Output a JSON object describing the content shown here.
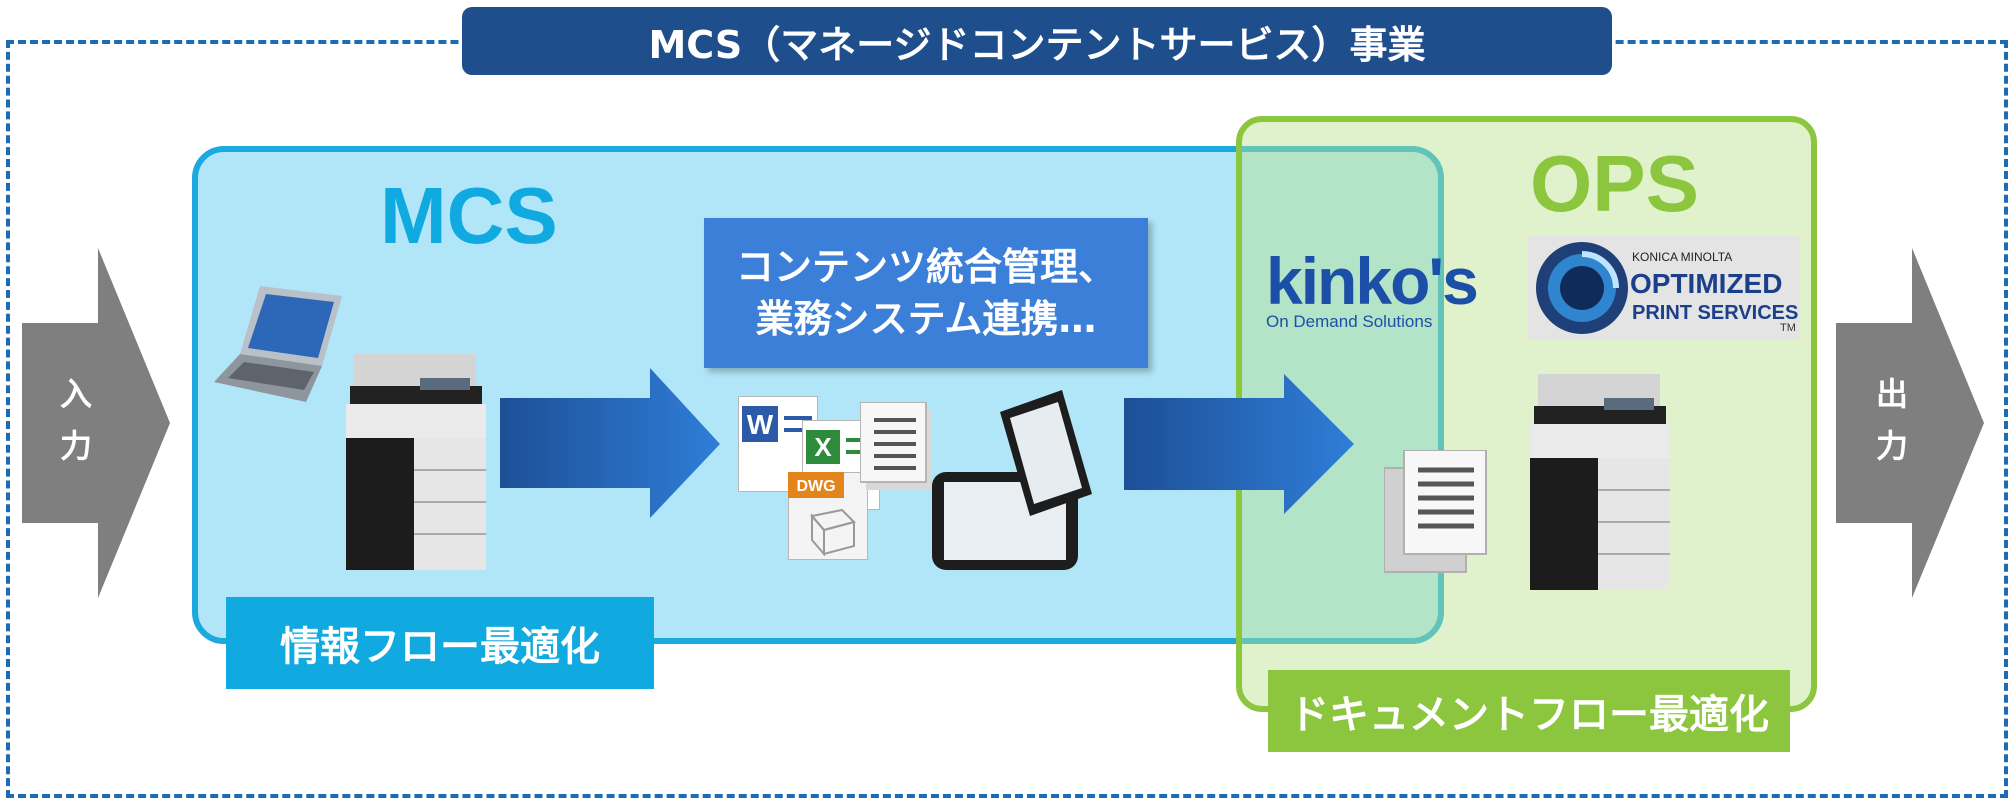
{
  "title": "MCS（マネージドコンテントサービス）事業",
  "input_label": [
    "入",
    "力"
  ],
  "output_label": [
    "出",
    "力"
  ],
  "mcs": {
    "heading": "MCS",
    "content_lines": [
      "コンテンツ統合管理、",
      "業務システム連携…"
    ],
    "footer_label": "情報フロー最適化",
    "file_badge": "DWG"
  },
  "ops": {
    "heading": "OPS",
    "footer_label": "ドキュメントフロー最適化",
    "kinkos": {
      "name": "kinko's",
      "tagline": "On Demand Solutions"
    },
    "konica": {
      "brand": "KONICA MINOLTA",
      "line1": "OPTIMIZED",
      "line2": "PRINT SERVICES",
      "tm": "TM"
    }
  },
  "colors": {
    "title_bg": "#1f4e8c",
    "mcs_accent": "#1ca9df",
    "ops_accent": "#8cc63f",
    "content_box": "#3b7fd8",
    "gray_arrow": "#7f7f7f",
    "frame": "#1c6bb5"
  },
  "icons": [
    "laptop-icon",
    "multifunction-printer-icon",
    "word-document-icon",
    "excel-document-icon",
    "dwg-file-icon",
    "text-document-icon",
    "smartphone-icon",
    "tablet-icon"
  ]
}
